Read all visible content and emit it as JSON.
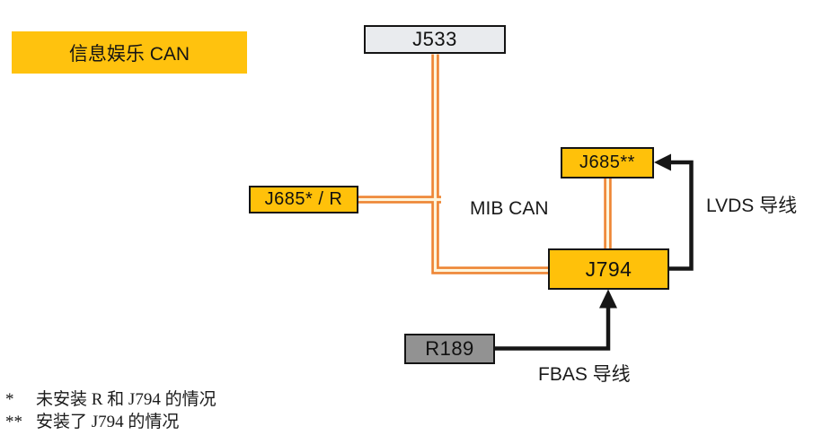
{
  "diagram": {
    "banner": {
      "label": "信息娱乐 CAN"
    },
    "nodes": {
      "j533": {
        "label": "J533"
      },
      "j685r": {
        "label": "J685* / R"
      },
      "j685ss": {
        "label": "J685**"
      },
      "j794": {
        "label": "J794"
      },
      "r189": {
        "label": "R189"
      }
    },
    "labels": {
      "mib_can": "MIB CAN",
      "lvds": "LVDS 导线",
      "fbas": "FBAS 导线"
    },
    "footnotes": [
      {
        "marker": "*",
        "text": "未安装 R 和 J794 的情况"
      },
      {
        "marker": "**",
        "text": "安装了 J794 的情况"
      }
    ],
    "colors": {
      "can_wire_orange": "#EE8534",
      "wire_gap_cream": "#FEF5DC",
      "node_yellow": "#FFC10A",
      "banner_yellow": "#FFC20E",
      "node_gray_light": "#E9EBEE",
      "node_gray_dark": "#929292",
      "wire_black": "#161616"
    }
  }
}
